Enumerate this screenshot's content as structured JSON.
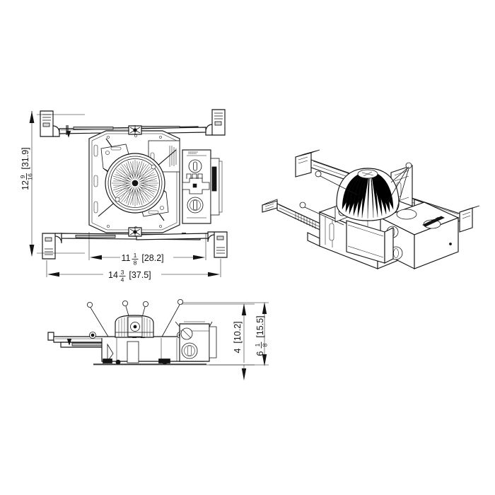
{
  "document": {
    "kind": "engineering-dimension-drawing",
    "subject": "Recessed LED downlight housing with mounting bars",
    "background_color": "#ffffff",
    "line_color": "#141414",
    "units_note": "inches [centimeters]"
  },
  "views": {
    "top": {
      "name": "Top / plan view",
      "label": "top-view"
    },
    "isometric": {
      "name": "3D isometric view",
      "label": "isometric-view"
    },
    "side": {
      "name": "Side elevation view",
      "label": "side-view"
    }
  },
  "dimensions": {
    "top_view_height": {
      "whole": "12",
      "numerator": "9",
      "denominator": "16",
      "metric": "[31.9]",
      "full_text": "12 9/16 [31.9]",
      "orientation": "vertical"
    },
    "top_view_inner_width": {
      "whole": "11",
      "numerator": "1",
      "denominator": "8",
      "metric": "[28.2]",
      "full_text": "11 1/8 [28.2]",
      "orientation": "horizontal"
    },
    "top_view_outer_width": {
      "whole": "14",
      "numerator": "3",
      "denominator": "4",
      "metric": "[37.5]",
      "full_text": "14 3/4 [37.5]",
      "orientation": "horizontal"
    },
    "side_view_inner_height": {
      "whole": "4",
      "numerator": "",
      "denominator": "",
      "metric": "[10.2]",
      "full_text": "4 [10.2]",
      "orientation": "vertical"
    },
    "side_view_outer_height": {
      "whole": "6",
      "numerator": "1",
      "denominator": "8",
      "metric": "[15.5]",
      "full_text": "6 1/8 [15.5]",
      "orientation": "vertical"
    }
  }
}
